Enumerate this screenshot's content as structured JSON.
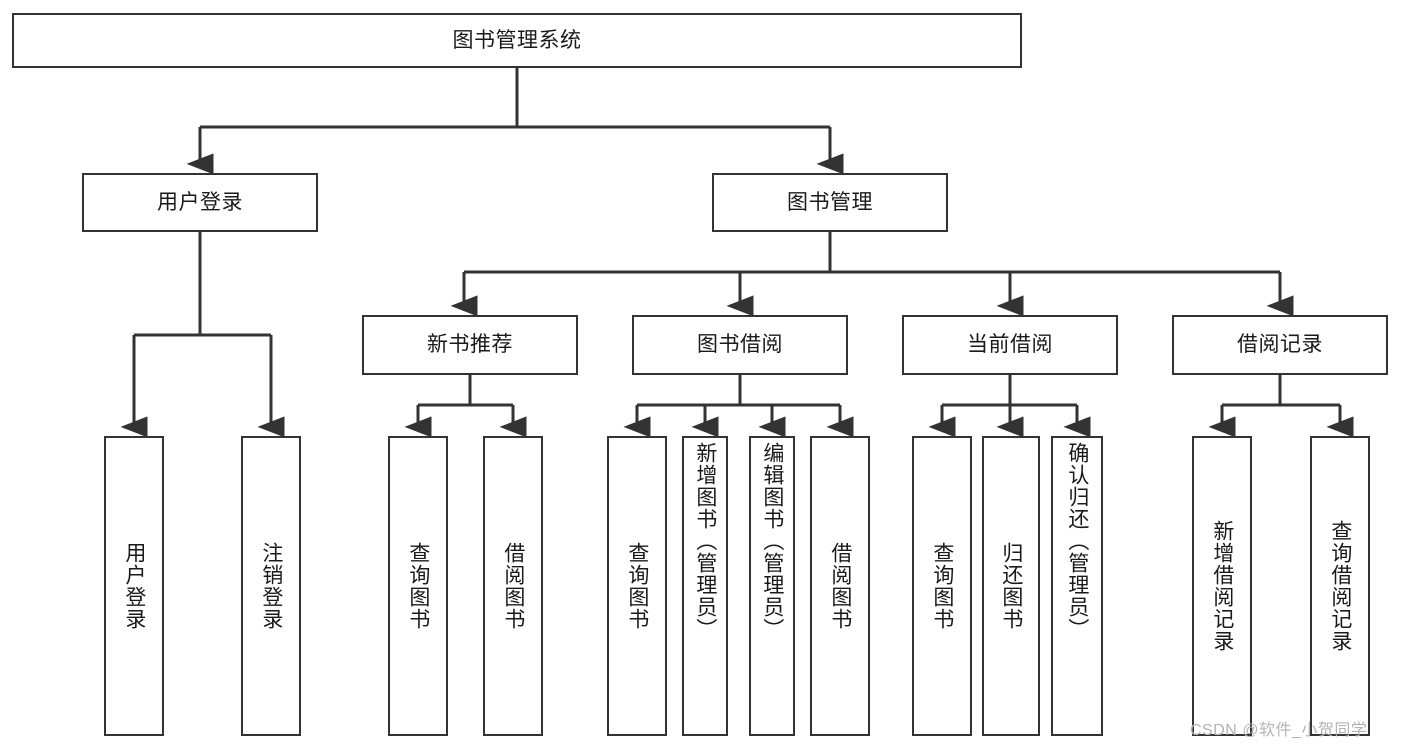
{
  "diagram": {
    "title": "图书管理系统",
    "type": "tree-hierarchy-diagram",
    "background_color": "#ffffff",
    "line_color": "#333333",
    "box_border_color": "#333333",
    "root": {
      "label": "图书管理系统",
      "id": "root-system"
    },
    "level2": [
      {
        "id": "user-login",
        "label": "用户登录"
      },
      {
        "id": "book-management",
        "label": "图书管理"
      }
    ],
    "level3": [
      {
        "id": "new-book-recommend",
        "label": "新书推荐",
        "parent": "book-management"
      },
      {
        "id": "book-borrow",
        "label": "图书借阅",
        "parent": "book-management"
      },
      {
        "id": "current-borrow",
        "label": "当前借阅",
        "parent": "book-management"
      },
      {
        "id": "borrow-record",
        "label": "借阅记录",
        "parent": "book-management"
      }
    ],
    "leaves": {
      "user_login": [
        {
          "id": "leaf-user-login",
          "label": "用户登录"
        },
        {
          "id": "leaf-user-logout",
          "label": "注销登录"
        }
      ],
      "new_book_recommend": [
        {
          "id": "leaf-query-book-1",
          "label": "查询图书"
        },
        {
          "id": "leaf-borrow-book-1",
          "label": "借阅图书"
        }
      ],
      "book_borrow": [
        {
          "id": "leaf-query-book-2",
          "label": "查询图书"
        },
        {
          "id": "leaf-add-book",
          "label": "新增图书（管理员）"
        },
        {
          "id": "leaf-edit-book",
          "label": "编辑图书（管理员）"
        },
        {
          "id": "leaf-borrow-book-2",
          "label": "借阅图书"
        }
      ],
      "current_borrow": [
        {
          "id": "leaf-query-book-3",
          "label": "查询图书"
        },
        {
          "id": "leaf-return-book",
          "label": "归还图书"
        },
        {
          "id": "leaf-confirm-return",
          "label": "确认归还（管理员）"
        }
      ],
      "borrow_record": [
        {
          "id": "leaf-add-record",
          "label": "新增借阅记录"
        },
        {
          "id": "leaf-query-record",
          "label": "查询借阅记录"
        }
      ]
    }
  },
  "watermark": {
    "text": "CSDN @软件_小贺同学",
    "color": "#b3b3b3"
  }
}
